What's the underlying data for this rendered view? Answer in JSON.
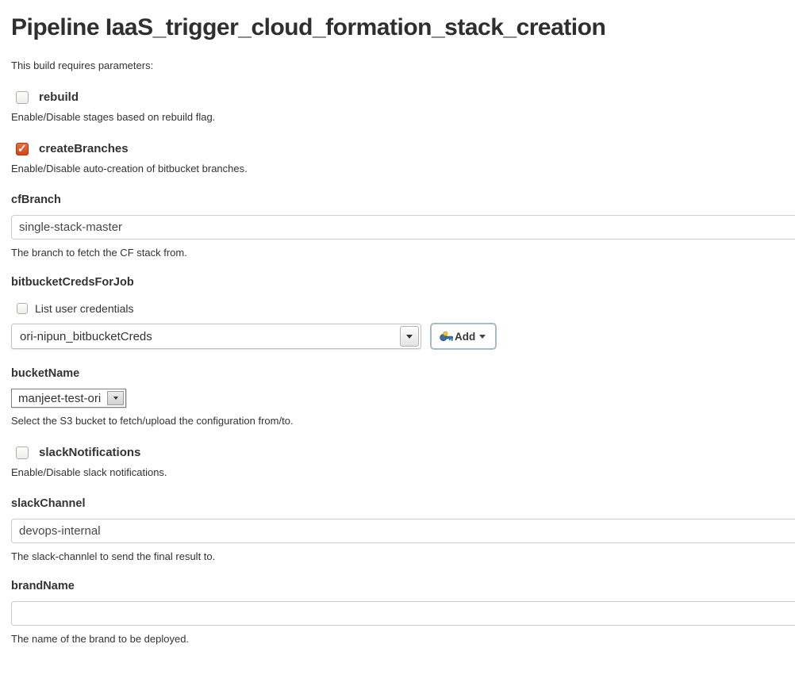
{
  "page": {
    "title": "Pipeline IaaS_trigger_cloud_formation_stack_creation",
    "intro": "This build requires parameters:"
  },
  "colors": {
    "checkbox_checked": "#d64413",
    "add_button_border": "#a9bac4"
  },
  "parameters": {
    "rebuild": {
      "label": "rebuild",
      "checked": false,
      "description": "Enable/Disable stages based on rebuild flag."
    },
    "createBranches": {
      "label": "createBranches",
      "checked": true,
      "description": "Enable/Disable auto-creation of bitbucket branches."
    },
    "cfBranch": {
      "label": "cfBranch",
      "value": "single-stack-master",
      "description": "The branch to fetch the CF stack from."
    },
    "bitbucketCredsForJob": {
      "label": "bitbucketCredsForJob",
      "list_user_credentials_label": "List user credentials",
      "list_user_credentials_checked": false,
      "selected": "ori-nipun_bitbucketCreds",
      "add_button_label": "Add"
    },
    "bucketName": {
      "label": "bucketName",
      "selected": "manjeet-test-ori",
      "description": "Select the S3 bucket to fetch/upload the configuration from/to."
    },
    "slackNotifications": {
      "label": "slackNotifications",
      "checked": false,
      "description": "Enable/Disable slack notifications."
    },
    "slackChannel": {
      "label": "slackChannel",
      "value": "devops-internal",
      "description": "The slack-channlel to send the final result to."
    },
    "brandName": {
      "label": "brandName",
      "value": "",
      "description": "The name of the brand to be deployed."
    }
  }
}
